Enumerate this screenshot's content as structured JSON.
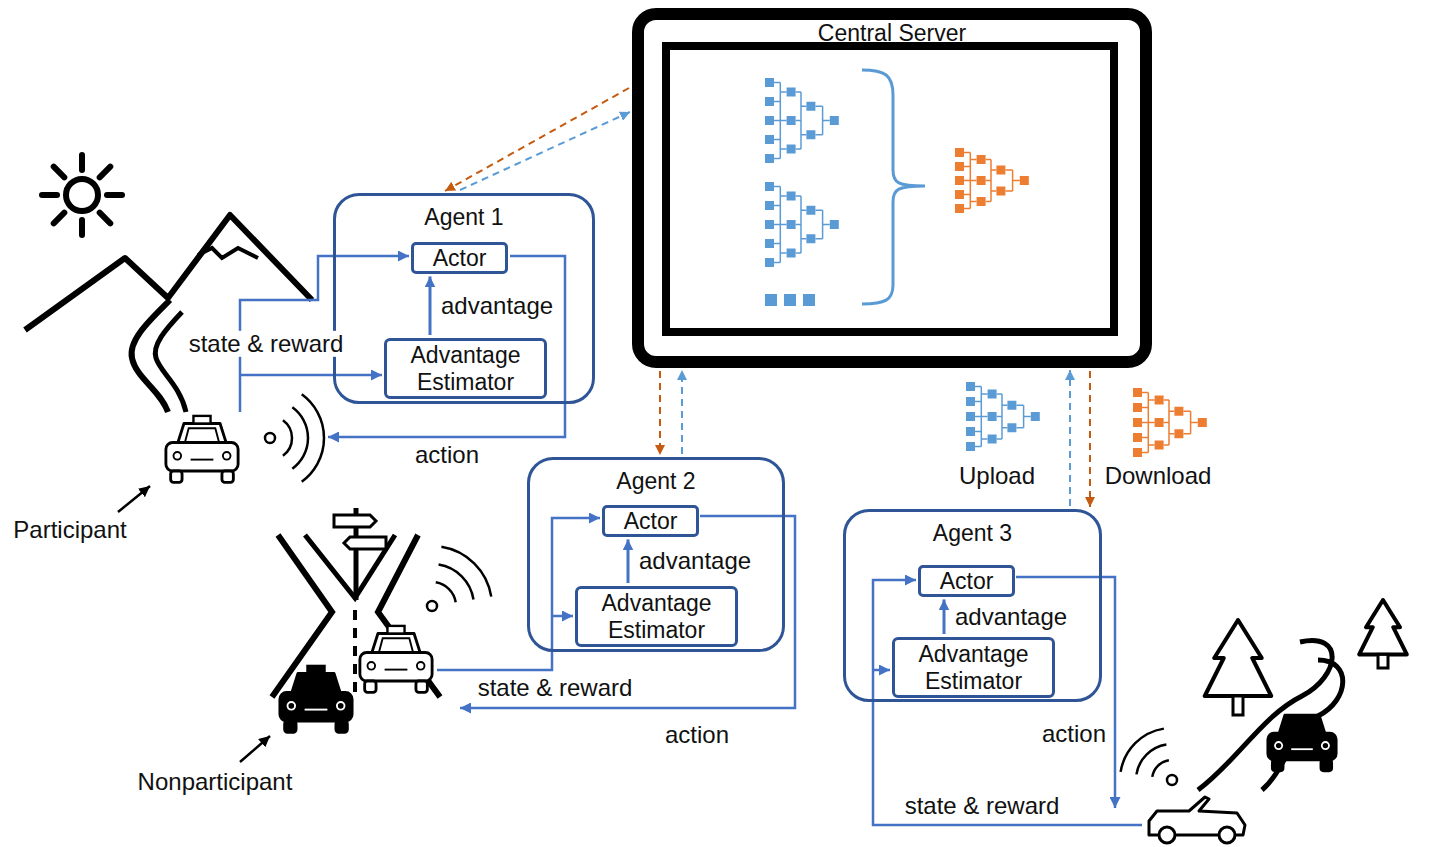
{
  "diagram": {
    "nodes": [
      {
        "text": [
          "Central Server"
        ]
      },
      {
        "text": [
          "Agent 1"
        ]
      },
      {
        "text": [
          "Actor"
        ],
        "in": 1
      },
      {
        "text": [
          "Advantage Estimator"
        ],
        "in": 1
      },
      {
        "text": [
          "Agent 2"
        ]
      },
      {
        "text": [
          "Actor"
        ],
        "in": 4
      },
      {
        "text": [
          "Advantage Estimator"
        ],
        "in": 4
      },
      {
        "text": [
          "Agent 3"
        ]
      },
      {
        "text": [
          "Actor"
        ],
        "in": 7
      },
      {
        "text": [
          "Advantage Estimator"
        ],
        "in": 7
      }
    ],
    "edges": [
      {
        "from": 3,
        "to": 2,
        "label": "advantage",
        "arrow": "to"
      },
      {
        "from": 6,
        "to": 5,
        "label": "advantage",
        "arrow": "to"
      },
      {
        "from": 9,
        "to": 8,
        "label": "advantage",
        "arrow": "to"
      },
      {
        "from": 1,
        "to": 0,
        "arrow": "to"
      },
      {
        "from": 0,
        "to": 1,
        "arrow": "to"
      },
      {
        "from": 4,
        "to": 0,
        "arrow": "to"
      },
      {
        "from": 0,
        "to": 4,
        "arrow": "to"
      },
      {
        "from": 7,
        "to": 0,
        "arrow": "to"
      },
      {
        "from": 0,
        "to": 7,
        "arrow": "to"
      }
    ],
    "labels": [
      "state & reward",
      "action",
      "state & reward",
      "action",
      "state & reward",
      "action",
      "Participant",
      "Nonparticipant",
      "Upload",
      "Download"
    ]
  }
}
